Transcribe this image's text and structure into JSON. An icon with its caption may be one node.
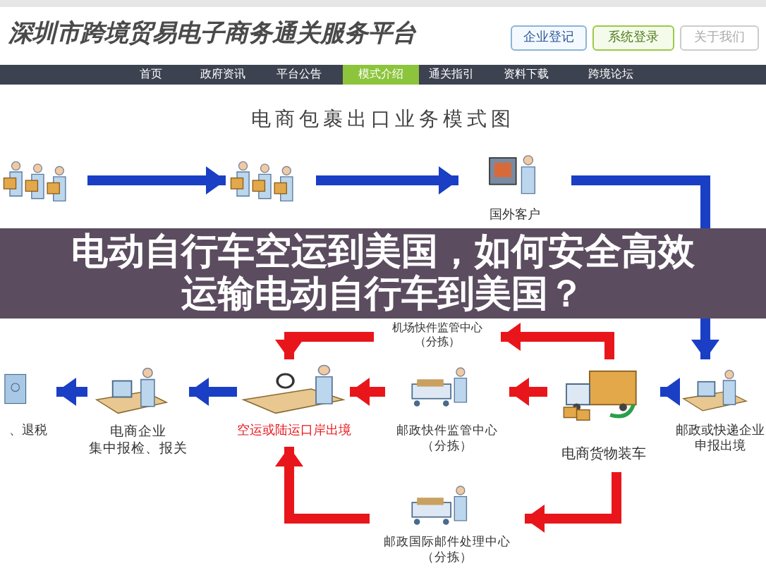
{
  "diagram": {
    "title": "电动自行车空运到美国，如何安全高效运输电动自行车到美国？",
    "nodes": [
      {
        "text": [],
        "shape": "picture"
      },
      {
        "text": [],
        "shape": "picture"
      },
      {
        "text": [
          "国外客户"
        ]
      },
      {
        "text": [
          "机场快件监管中心（分拣）"
        ]
      },
      {
        "text": [
          "、退税"
        ]
      },
      {
        "text": [
          "电商企业集中报检、报关"
        ]
      },
      {
        "text": [
          "空运或陆运口岸出境"
        ]
      },
      {
        "text": [
          "邮政快件监管中心（分拣）"
        ]
      },
      {
        "text": [
          "电商货物装车"
        ]
      },
      {
        "text": [
          "邮政或快递企业申报出境"
        ]
      },
      {
        "text": [
          "邮政国际邮件处理中心（分拣）"
        ]
      }
    ],
    "edges": [
      {
        "from": 0,
        "to": 1,
        "arrow": "to",
        "color": "#1a3fc4"
      },
      {
        "from": 1,
        "to": 2,
        "arrow": "to",
        "color": "#1a3fc4"
      },
      {
        "from": 2,
        "to": 9,
        "arrow": "to",
        "color": "#1a3fc4"
      },
      {
        "from": 9,
        "to": 8,
        "arrow": "to",
        "color": "#1a3fc4"
      },
      {
        "from": 8,
        "to": 7,
        "arrow": "to",
        "color": "#e8161b"
      },
      {
        "from": 7,
        "to": 6,
        "arrow": "to",
        "color": "#e8161b"
      },
      {
        "from": 6,
        "to": 5,
        "arrow": "to",
        "color": "#1a3fc4"
      },
      {
        "from": 5,
        "to": 4,
        "arrow": "to",
        "color": "#1a3fc4"
      },
      {
        "from": 8,
        "to": 3,
        "arrow": "to",
        "color": "#e8161b"
      },
      {
        "from": 3,
        "to": 6,
        "arrow": "to",
        "color": "#e8161b"
      },
      {
        "from": 8,
        "to": 10,
        "arrow": "to",
        "color": "#e8161b"
      },
      {
        "from": 10,
        "to": 6,
        "arrow": "to",
        "color": "#e8161b"
      }
    ],
    "labels": [
      "深圳市跨境贸易电子商务通关服务平台",
      "企业登记",
      "系统登录",
      "关于我们",
      "首页",
      "政府资讯",
      "平台公告",
      "模式介绍",
      "通关指引",
      "资料下载",
      "跨境论坛",
      "电商包裹出口业务模式图"
    ]
  }
}
